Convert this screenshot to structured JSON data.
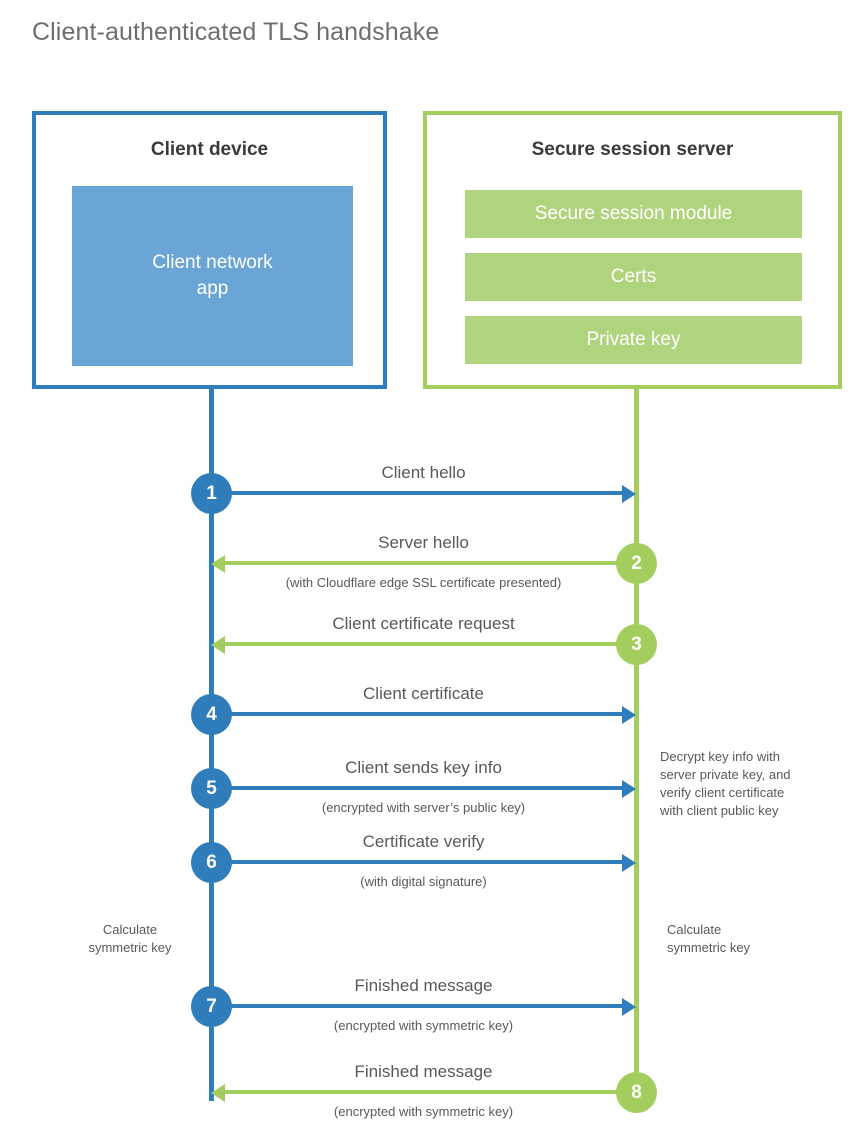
{
  "title": "Client-authenticated TLS handshake",
  "colors": {
    "blue": "#2F7DBA",
    "blue_light": "#6AA5D6",
    "green": "#A3CE5E",
    "green_light": "#B0D47E",
    "text": "#58595b",
    "heading": "#6d6e71"
  },
  "client": {
    "title": "Client device",
    "app_label": "Client network\napp"
  },
  "server": {
    "title": "Secure session server",
    "modules": [
      {
        "label": "Secure session module"
      },
      {
        "label": "Certs"
      },
      {
        "label": "Private key"
      }
    ]
  },
  "steps": [
    {
      "number": "1",
      "direction": "client-to-server",
      "label": "Client hello",
      "sublabel": ""
    },
    {
      "number": "2",
      "direction": "server-to-client",
      "label": "Server hello",
      "sublabel": "(with Cloudflare edge SSL certificate presented)"
    },
    {
      "number": "3",
      "direction": "server-to-client",
      "label": "Client certificate request",
      "sublabel": ""
    },
    {
      "number": "4",
      "direction": "client-to-server",
      "label": "Client certificate",
      "sublabel": ""
    },
    {
      "number": "5",
      "direction": "client-to-server",
      "label": "Client sends key info",
      "sublabel": "(encrypted with server’s public key)"
    },
    {
      "number": "6",
      "direction": "client-to-server",
      "label": "Certificate verify",
      "sublabel": "(with digital signature)"
    },
    {
      "number": "7",
      "direction": "client-to-server",
      "label": "Finished message",
      "sublabel": "(encrypted with symmetric key)"
    },
    {
      "number": "8",
      "direction": "server-to-client",
      "label": "Finished message",
      "sublabel": "(encrypted with symmetric key)"
    }
  ],
  "annotations": {
    "server_decrypt": "Decrypt key info with\nserver private key, and\nverify client certificate\nwith client public key",
    "client_calculate": "Calculate\nsymmetric key",
    "server_calculate": "Calculate\nsymmetric key"
  }
}
